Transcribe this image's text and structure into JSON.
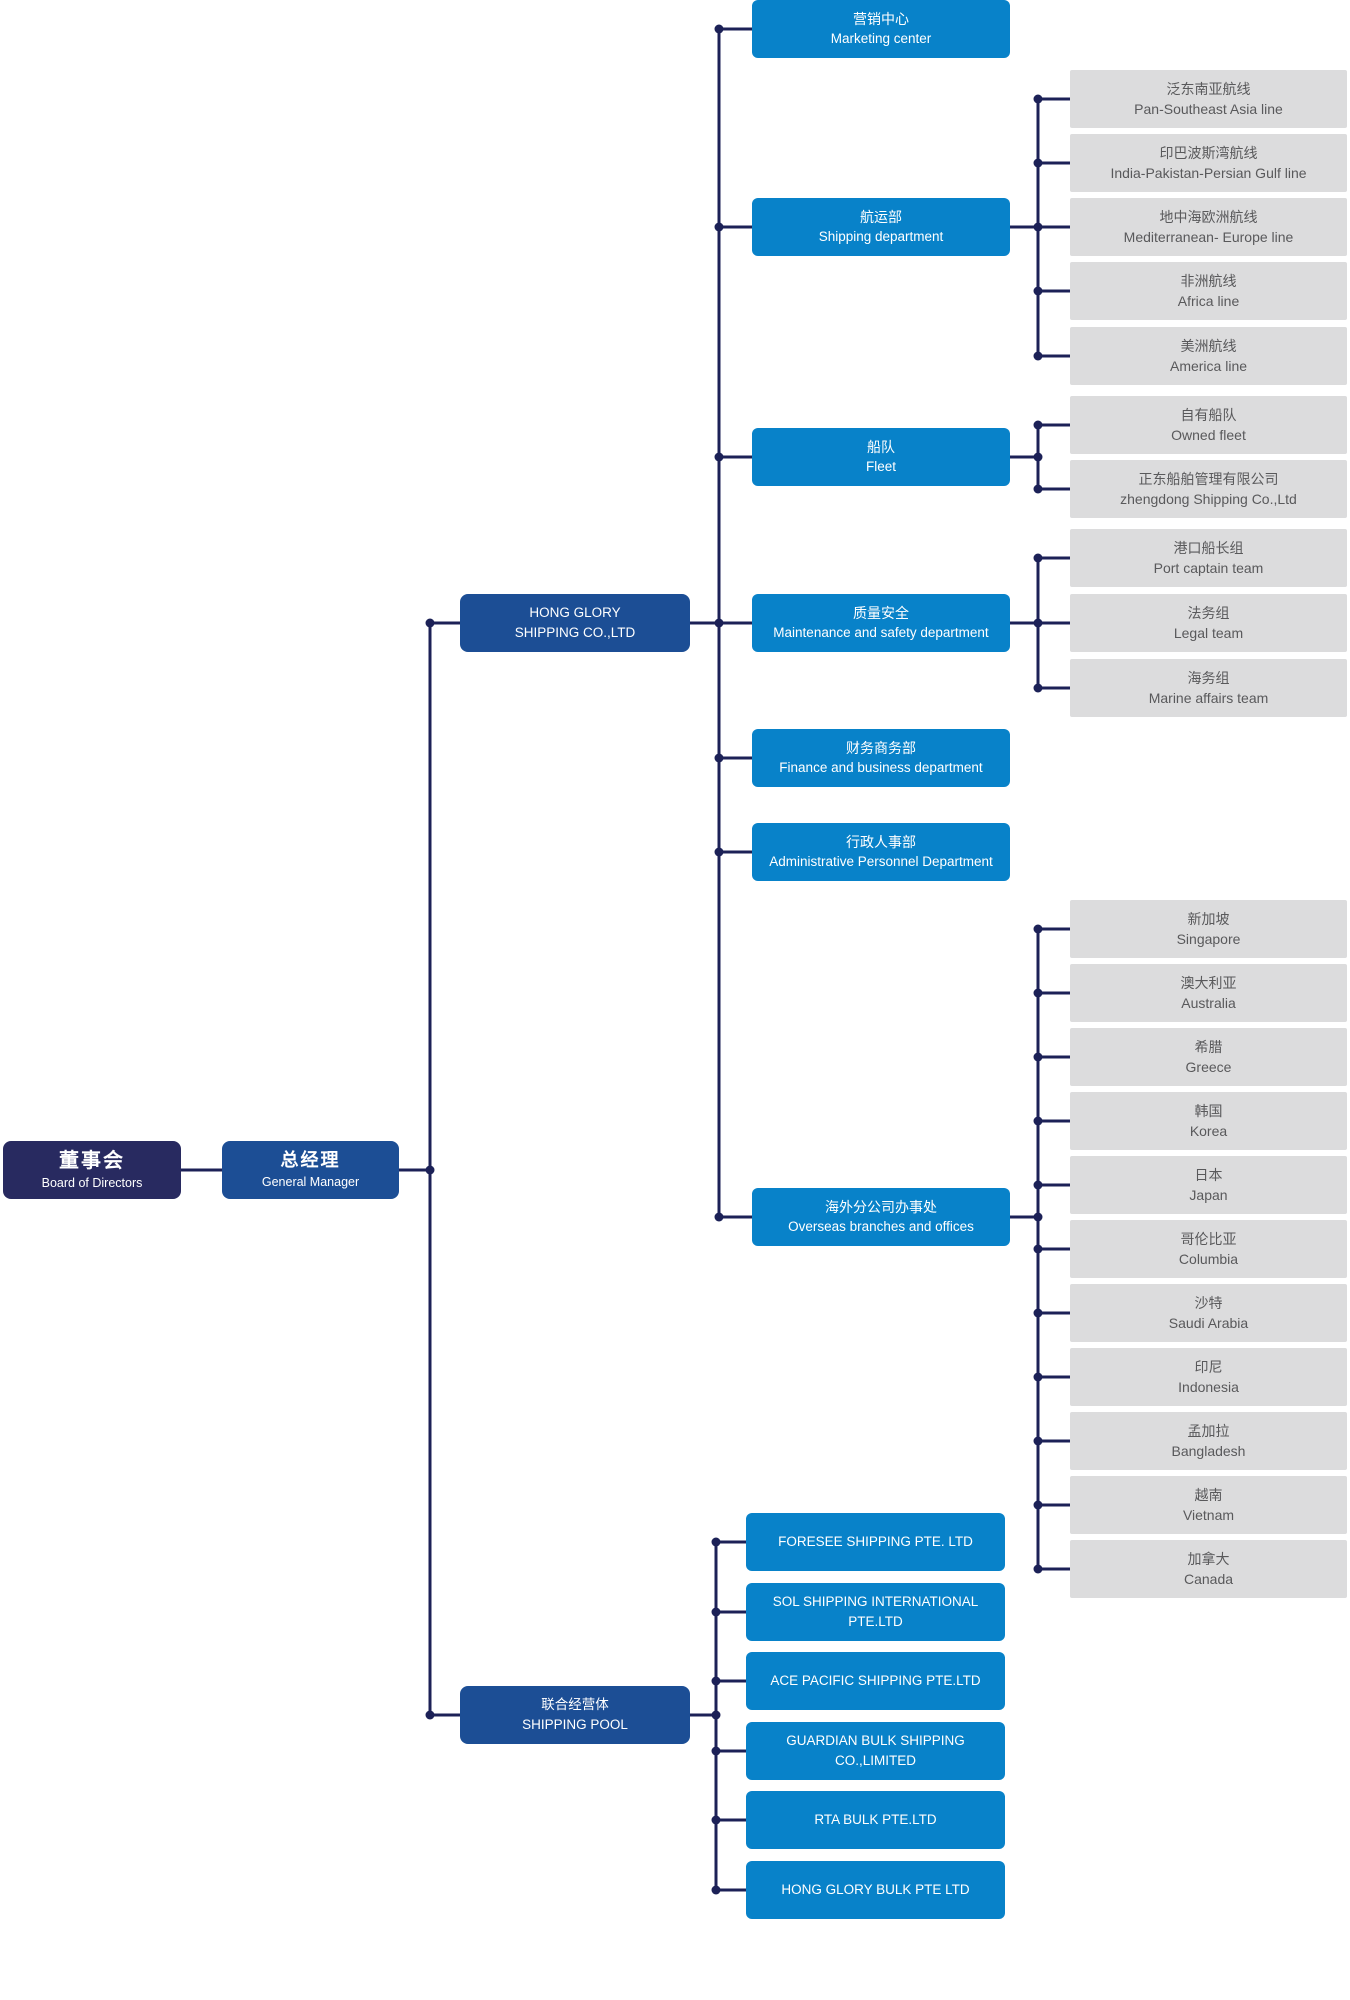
{
  "palette": {
    "navy": "#282a60",
    "blue": "#1c4e95",
    "bright": "#0882c9",
    "gray": "#dcdcdd",
    "gray_text": "#59595b",
    "line": "#1c2157"
  },
  "board": {
    "zh": "董事会",
    "en": "Board of Directors"
  },
  "general_manager": {
    "zh": "总经理",
    "en": "General Manager"
  },
  "hong_glory": {
    "line1": "HONG GLORY",
    "line2": "SHIPPING CO.,LTD"
  },
  "shipping_pool": {
    "zh": "联合经营体",
    "en": "SHIPPING POOL"
  },
  "departments": {
    "marketing": {
      "zh": "营销中心",
      "en": "Marketing center"
    },
    "shipping": {
      "zh": "航运部",
      "en": "Shipping department"
    },
    "fleet": {
      "zh": "船队",
      "en": "Fleet"
    },
    "maintenance": {
      "zh": "质量安全",
      "en": "Maintenance and safety department"
    },
    "finance": {
      "zh": "财务商务部",
      "en": "Finance and business department"
    },
    "admin": {
      "zh": "行政人事部",
      "en": "Administrative Personnel Department"
    },
    "overseas": {
      "zh": "海外分公司办事处",
      "en": "Overseas branches and offices"
    }
  },
  "shipping_lines": [
    {
      "zh": "泛东南亚航线",
      "en": "Pan-Southeast Asia line"
    },
    {
      "zh": "印巴波斯湾航线",
      "en": "India-Pakistan-Persian Gulf line"
    },
    {
      "zh": "地中海欧洲航线",
      "en": "Mediterranean- Europe line"
    },
    {
      "zh": "非洲航线",
      "en": "Africa line"
    },
    {
      "zh": "美洲航线",
      "en": "America line"
    }
  ],
  "fleet_units": [
    {
      "zh": "自有船队",
      "en": "Owned fleet"
    },
    {
      "zh": "正东船舶管理有限公司",
      "en": "zhengdong Shipping Co.,Ltd"
    }
  ],
  "safety_teams": [
    {
      "zh": "港口船长组",
      "en": "Port captain team"
    },
    {
      "zh": "法务组",
      "en": "Legal team"
    },
    {
      "zh": "海务组",
      "en": "Marine affairs team"
    }
  ],
  "overseas_offices": [
    {
      "zh": "新加坡",
      "en": "Singapore"
    },
    {
      "zh": "澳大利亚",
      "en": "Australia"
    },
    {
      "zh": "希腊",
      "en": "Greece"
    },
    {
      "zh": "韩国",
      "en": "Korea"
    },
    {
      "zh": "日本",
      "en": "Japan"
    },
    {
      "zh": "哥伦比亚",
      "en": "Columbia"
    },
    {
      "zh": "沙特",
      "en": "Saudi Arabia"
    },
    {
      "zh": "印尼",
      "en": "Indonesia"
    },
    {
      "zh": "孟加拉",
      "en": "Bangladesh"
    },
    {
      "zh": "越南",
      "en": "Vietnam"
    },
    {
      "zh": "加拿大",
      "en": "Canada"
    }
  ],
  "pool_companies": [
    {
      "name": "FORESEE SHIPPING PTE. LTD"
    },
    {
      "name": "SOL SHIPPING INTERNATIONAL PTE.LTD"
    },
    {
      "name": "ACE PACIFIC SHIPPING PTE.LTD"
    },
    {
      "name": "GUARDIAN BULK SHIPPING CO.,LIMITED"
    },
    {
      "name": "RTA BULK PTE.LTD"
    },
    {
      "name": "HONG GLORY BULK PTE LTD"
    }
  ]
}
